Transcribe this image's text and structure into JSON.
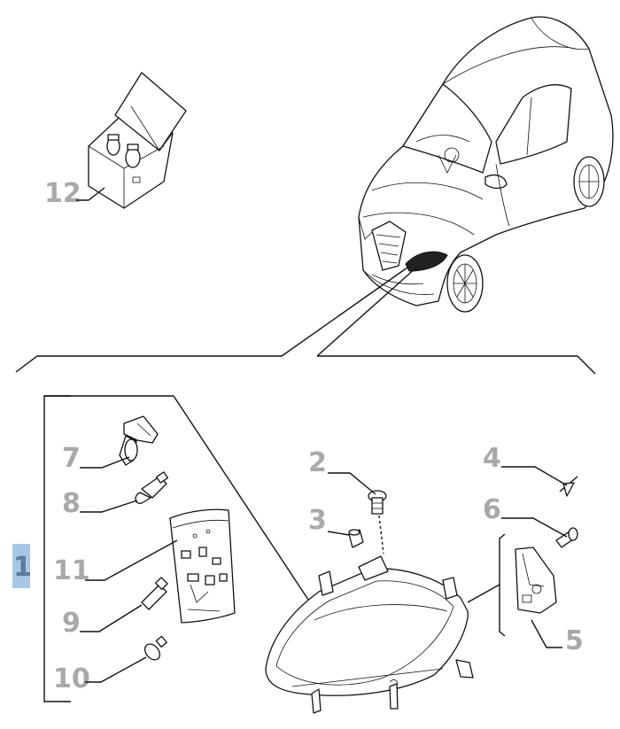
{
  "diagram": {
    "callouts": [
      {
        "id": "1",
        "label": "1",
        "highlighted": true
      },
      {
        "id": "2",
        "label": "2"
      },
      {
        "id": "3",
        "label": "3"
      },
      {
        "id": "4",
        "label": "4"
      },
      {
        "id": "5",
        "label": "5"
      },
      {
        "id": "6",
        "label": "6"
      },
      {
        "id": "7",
        "label": "7"
      },
      {
        "id": "8",
        "label": "8"
      },
      {
        "id": "9",
        "label": "9"
      },
      {
        "id": "10",
        "label": "10"
      },
      {
        "id": "11",
        "label": "11"
      },
      {
        "id": "12",
        "label": "12"
      }
    ],
    "highlight_color": "#a7c7e7",
    "label_color": "#a9a9a9"
  }
}
